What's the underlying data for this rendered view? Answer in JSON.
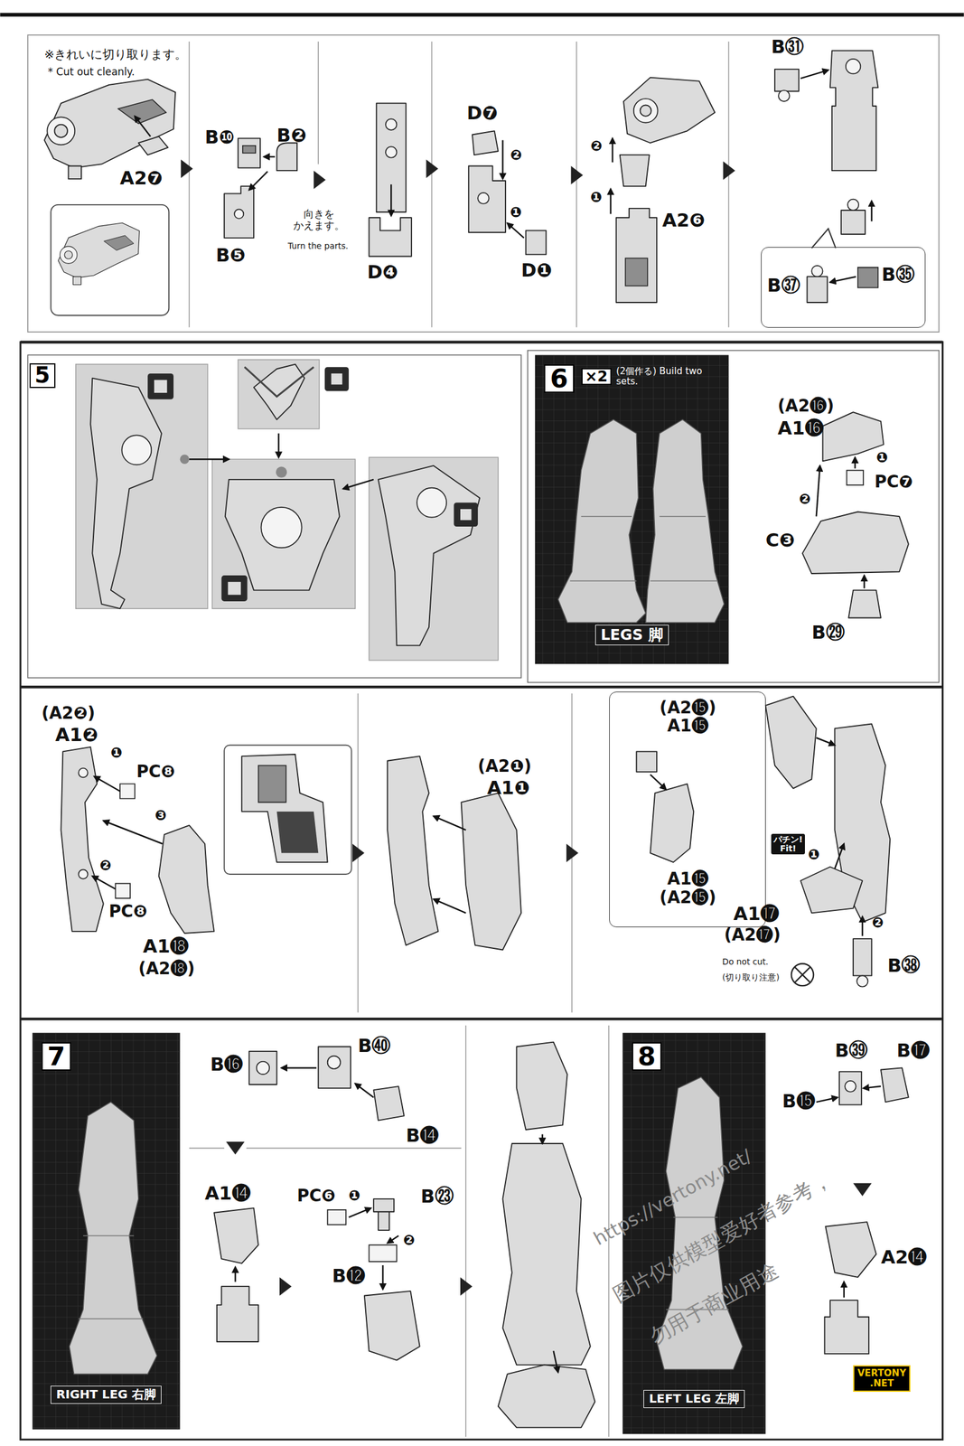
{
  "diagram": {
    "nodes": [
      {
        "text": [
          "B㊲",
          "B㉟"
        ]
      },
      {
        "text": [
          "5"
        ]
      },
      {
        "text": [
          "6",
          "×2",
          "(2個作る) Build two sets.",
          "LEGS 脚"
        ]
      },
      {
        "text": [
          "(A2⓯) A1⓯",
          "A1⓯ (A2⓯)"
        ]
      },
      {
        "text": [
          "パチン! Fit!"
        ]
      },
      {
        "text": [
          "7",
          "RIGHT LEG 右脚"
        ]
      },
      {
        "text": [
          "8",
          "LEFT LEG 左脚"
        ]
      },
      {
        "text": [
          "VERTONY .NET"
        ]
      }
    ],
    "labels": [
      "※きれいに切り取ります。",
      "* Cut out cleanly.",
      "A2❼",
      "B❿",
      "B❷",
      "B❺",
      "向きを かえます。",
      "Turn the parts.",
      "D❹",
      "D❼",
      "❷",
      "❶",
      "D❶",
      "❷",
      "❶",
      "A2❻",
      "B㉛",
      "(A2⓰)",
      "A1⓰",
      "❶",
      "PC❼",
      "❷",
      "C❸",
      "B㉙",
      "(A2❷)",
      "A1❷",
      "❶",
      "PC❽",
      "❸",
      "❷",
      "PC❽",
      "A1⓲",
      "(A2⓲)",
      "(A2❶)",
      "A1❶",
      "❶",
      "A1⓱",
      "(A2⓱)",
      "Do not cut.",
      "(切り取り注意)",
      "❷",
      "B㊳",
      "B⓰",
      "B㊵",
      "B⓮",
      "A1⓮",
      "PC❻",
      "❶",
      "B㉓",
      "❷",
      "B⓬",
      "B㊴",
      "B⓱",
      "B⓯",
      "A2⓮",
      "https://vertony.net/",
      "图片仅供模型爱好者参考，",
      "勿用于商业用途"
    ]
  }
}
